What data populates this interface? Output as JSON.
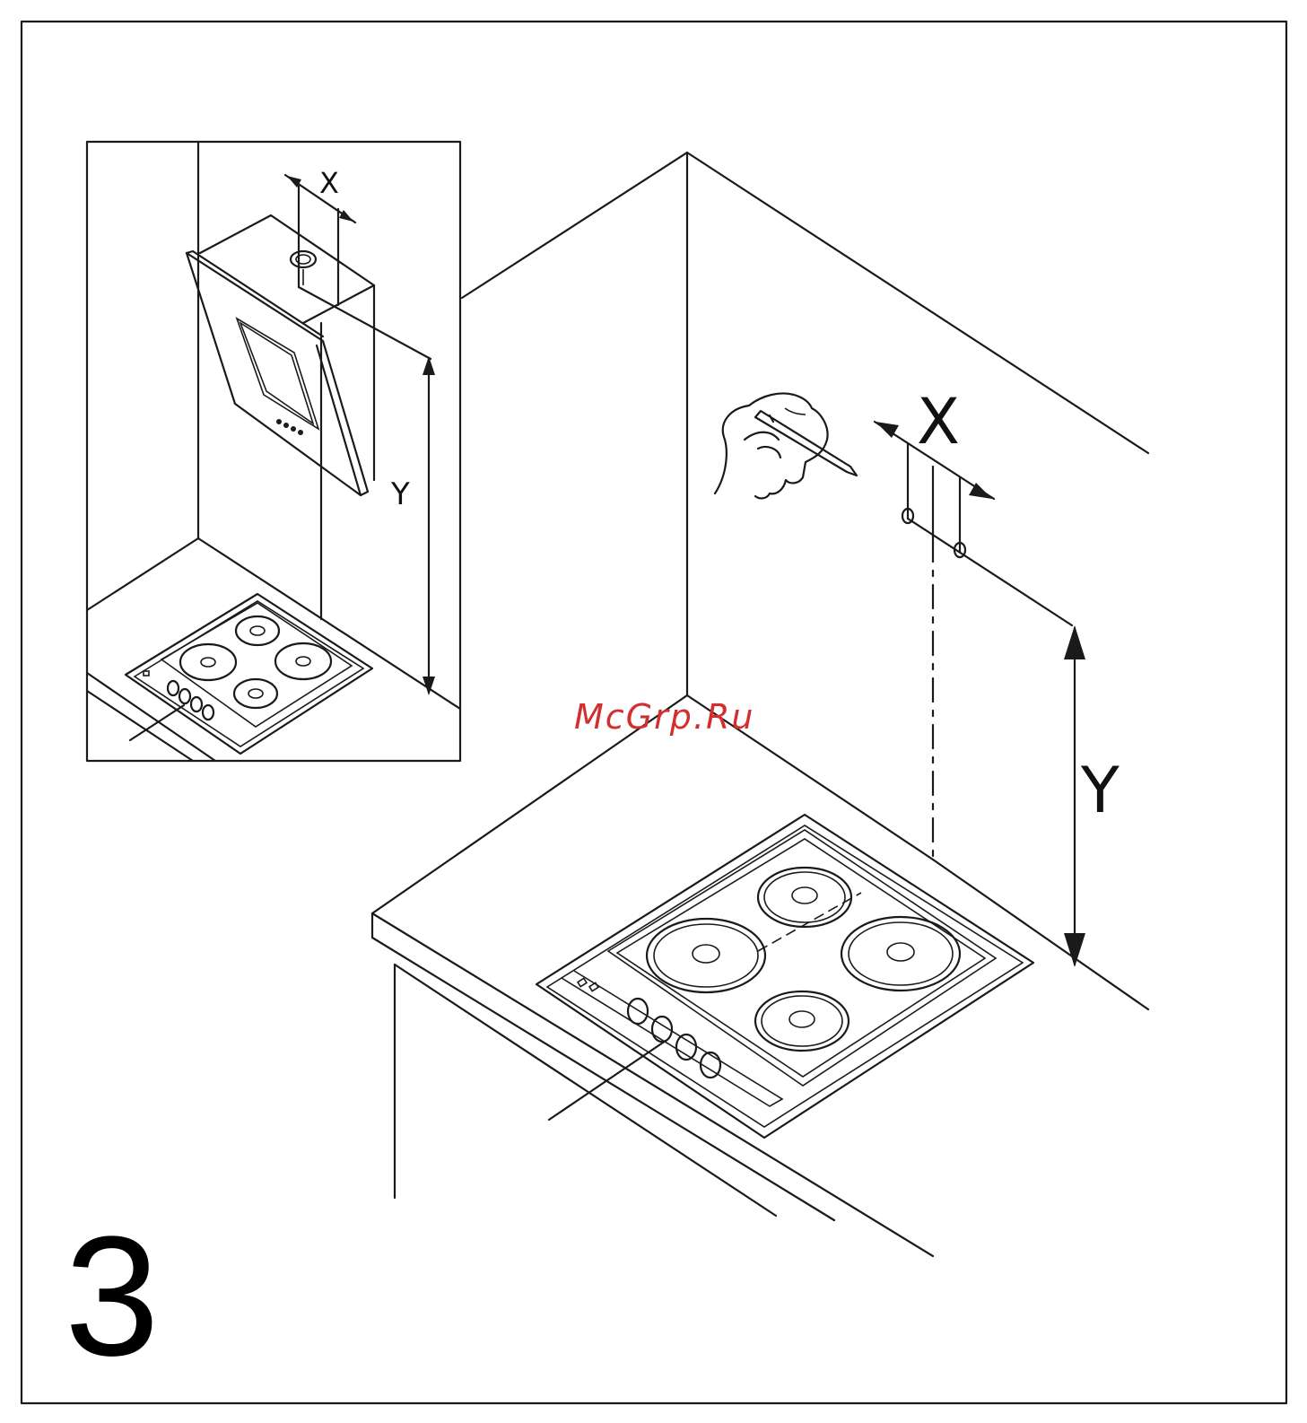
{
  "figure_number": "3",
  "watermark": "McGrp.Ru",
  "labels": {
    "inset_x": "X",
    "inset_y": "Y",
    "main_x": "X",
    "main_y": "Y"
  },
  "colors": {
    "line": "#1a1a1a",
    "watermark": "#d23030",
    "background": "#ffffff"
  }
}
